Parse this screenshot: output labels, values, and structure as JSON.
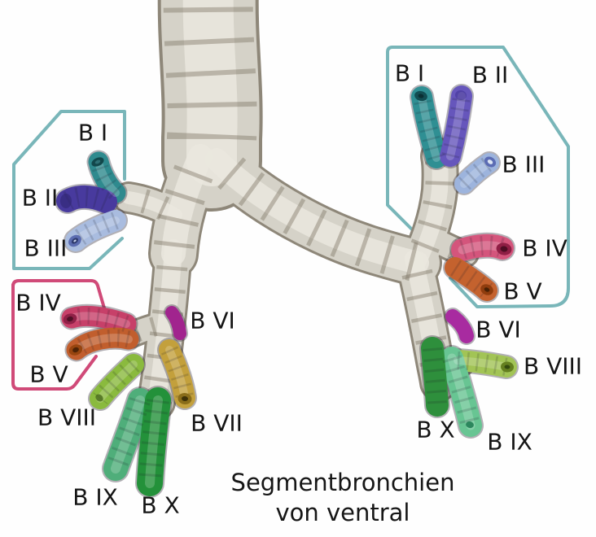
{
  "caption": {
    "line1": "Segmentbronchien",
    "line2": "von ventral"
  },
  "outlines": {
    "left_upper_box_color": "#79b6b9",
    "left_middle_box_color": "#d04a78",
    "right_upper_box_color": "#79b6b9"
  },
  "segments": {
    "left": [
      {
        "id": "b1",
        "label": "B I",
        "color": "#2f8a8e"
      },
      {
        "id": "b2",
        "label": "B II",
        "color": "#483a9e"
      },
      {
        "id": "b3",
        "label": "B III",
        "color": "#a9bcdf"
      },
      {
        "id": "b4",
        "label": "B IV",
        "color": "#c74069"
      },
      {
        "id": "b5",
        "label": "B V",
        "color": "#c15e2d"
      },
      {
        "id": "b6",
        "label": "B VI",
        "color": "#a1248e"
      },
      {
        "id": "b7",
        "label": "B VII",
        "color": "#c3a03c"
      },
      {
        "id": "b8",
        "label": "B VIII",
        "color": "#8aba3e"
      },
      {
        "id": "b9",
        "label": "B IX",
        "color": "#4fae7a"
      },
      {
        "id": "b10",
        "label": "B X",
        "color": "#23913a"
      }
    ],
    "right": [
      {
        "id": "b1",
        "label": "B I",
        "color": "#2f8f93"
      },
      {
        "id": "b2",
        "label": "B II",
        "color": "#6656bc"
      },
      {
        "id": "b3",
        "label": "B III",
        "color": "#9db4dd"
      },
      {
        "id": "b4",
        "label": "B IV",
        "color": "#d4557c"
      },
      {
        "id": "b5",
        "label": "B V",
        "color": "#c4622e"
      },
      {
        "id": "b6",
        "label": "B VI",
        "color": "#a82ba0"
      },
      {
        "id": "b8",
        "label": "B VIII",
        "color": "#a2c455"
      },
      {
        "id": "b9",
        "label": "B IX",
        "color": "#68c593"
      },
      {
        "id": "b10",
        "label": "B X",
        "color": "#2e8f3c"
      }
    ]
  }
}
